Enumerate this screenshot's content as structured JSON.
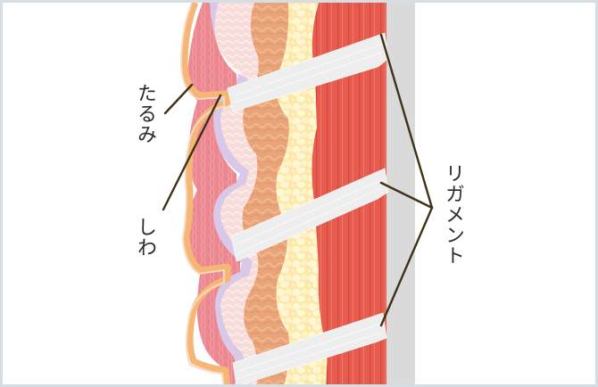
{
  "diagram": {
    "type": "anatomical cross-section of facial skin layers",
    "labels": {
      "sagging": "たるみ",
      "wrinkle": "しわ",
      "ligament": "リガメント"
    },
    "layers": [
      {
        "name": "epidermis",
        "color": "#f6b97a"
      },
      {
        "name": "dermis",
        "color": "#ec8f96"
      },
      {
        "name": "basement-line",
        "color": "#d7c6e6"
      },
      {
        "name": "collagen-layer",
        "color": "#f9e2df"
      },
      {
        "name": "fascia-layer",
        "color": "#e8a77c"
      },
      {
        "name": "fat-layer",
        "color": "#fbe59e"
      },
      {
        "name": "muscle-layer",
        "color": "#e45b4e"
      },
      {
        "name": "bone",
        "color": "#dcdcdc"
      },
      {
        "name": "ligament-bands",
        "color": "#eeeeef"
      }
    ],
    "leader_line_color": "#3f3218",
    "frame_border_color": "#d6dde3"
  }
}
